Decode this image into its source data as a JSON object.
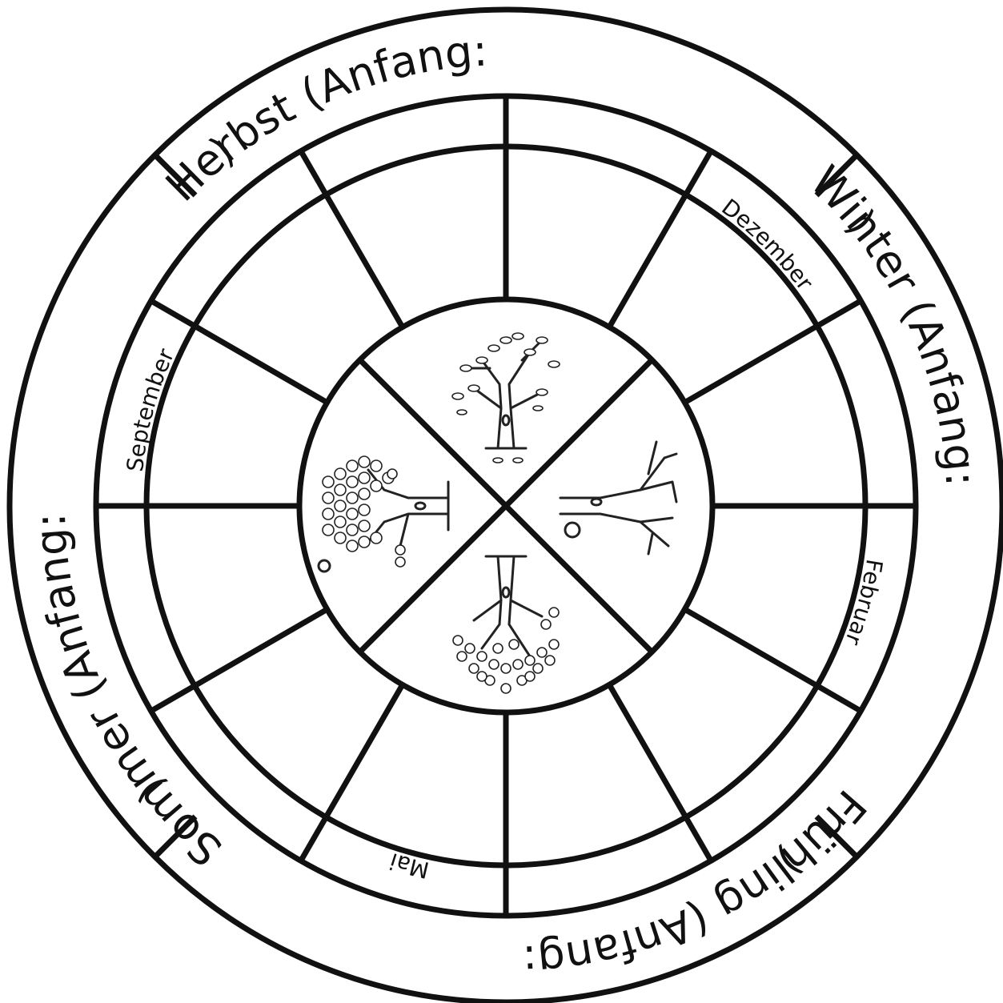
{
  "seasons": {
    "autumn": {
      "label": "Herbst (Anfang:",
      "close": ")"
    },
    "winter": {
      "label": "Winter (Anfang:",
      "close": ")"
    },
    "spring": {
      "label": "Frühling (Anfang:",
      "close": ")"
    },
    "summer": {
      "label": "Sommer (Anfang:",
      "close": ")"
    }
  },
  "months": {
    "september": "September",
    "december": "Dezember",
    "february": "Februar",
    "may": "Mai"
  },
  "illustrations": {
    "autumn_tree": "autumn-tree-icon",
    "winter_tree": "winter-tree-icon",
    "spring_tree": "spring-tree-icon",
    "summer_tree": "summer-tree-icon"
  }
}
